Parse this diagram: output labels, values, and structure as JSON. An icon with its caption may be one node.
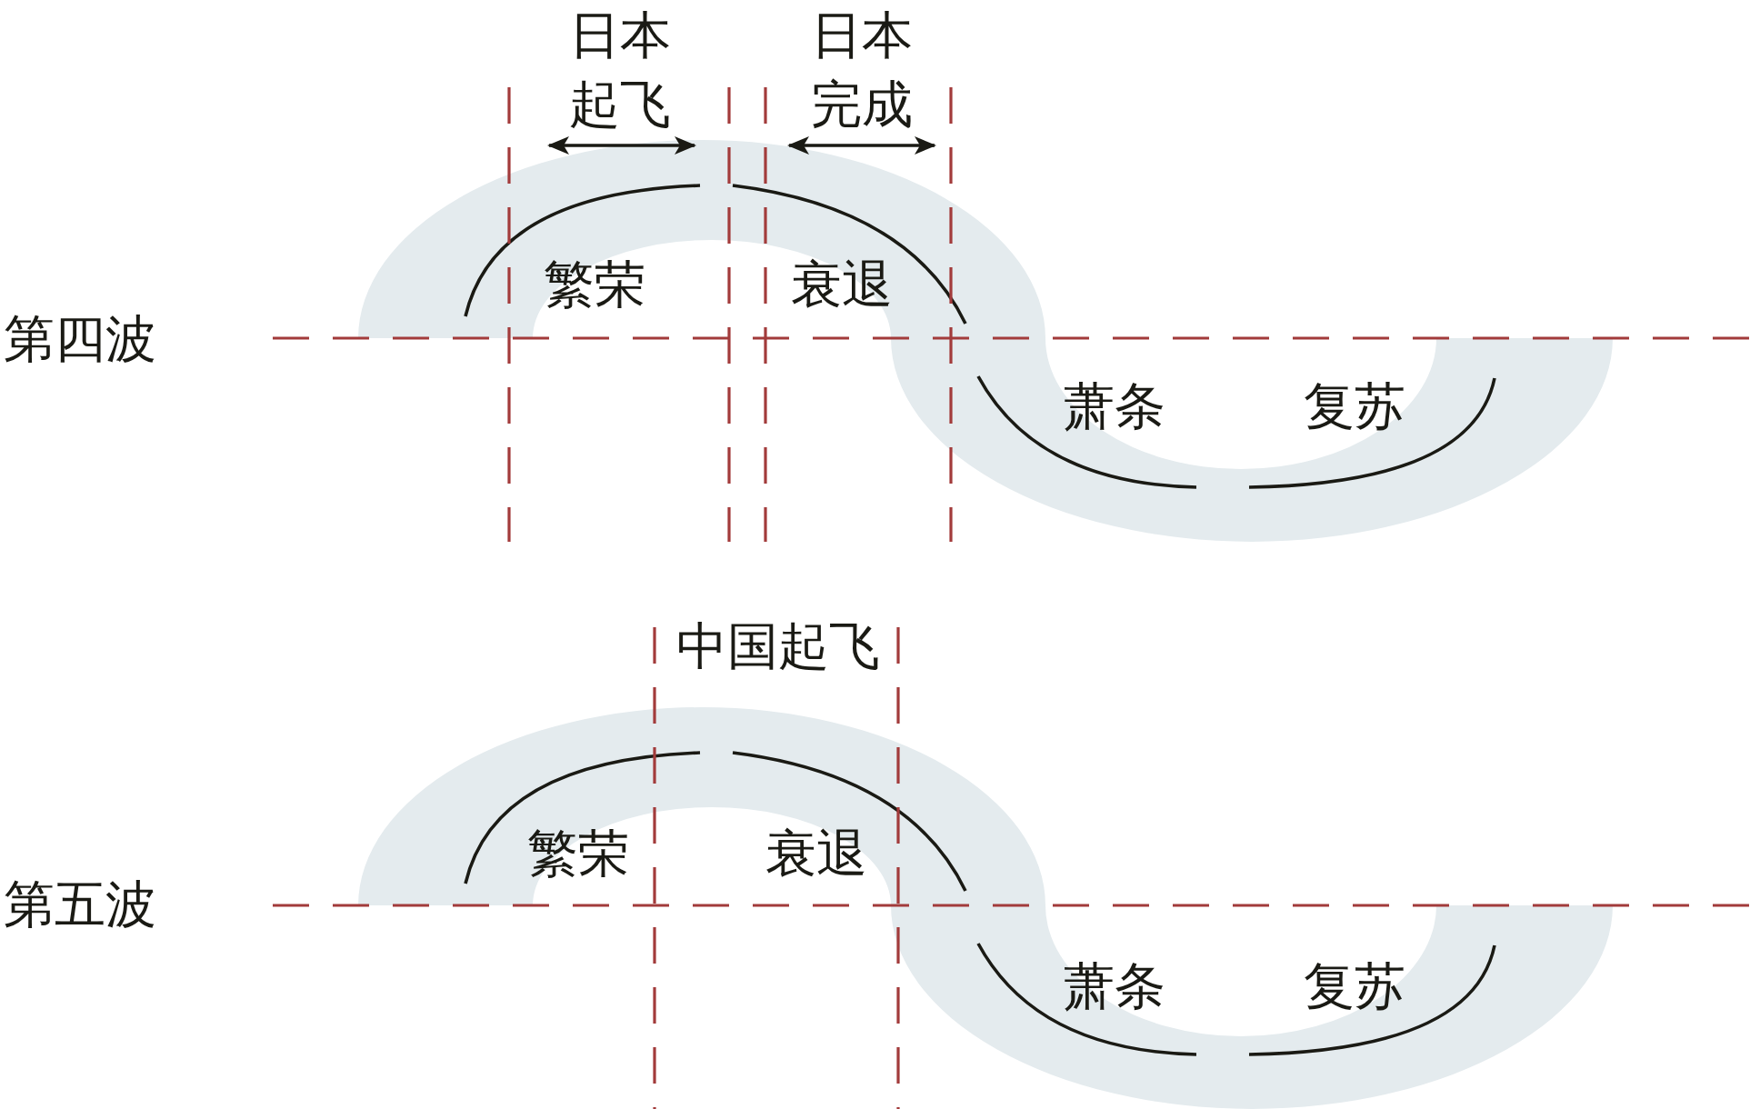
{
  "diagram": {
    "labels": [
      "日本起飞",
      "日本完成",
      "繁荣",
      "衰退",
      "第四波",
      "萧条",
      "复苏",
      "中国起飞",
      "繁荣",
      "衰退",
      "第五波",
      "萧条",
      "复苏"
    ]
  }
}
